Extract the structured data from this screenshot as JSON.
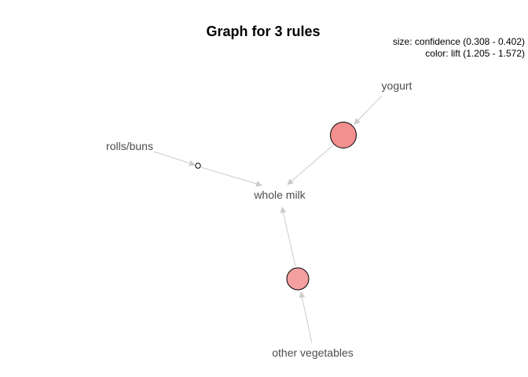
{
  "title": "Graph for 3 rules",
  "legend": {
    "size_text": "size: confidence (0.308 - 0.402)",
    "color_text": "color: lift (1.205 - 1.572)"
  },
  "items": {
    "yogurt": "yogurt",
    "rolls_buns": "rolls/buns",
    "whole_milk": "whole milk",
    "other_vegetables": "other vegetables"
  },
  "colors": {
    "edge": "#cccccc",
    "node_high_lift": "#f28f8f",
    "node_mid_lift": "#f4a0a0",
    "node_low_lift": "#ffffff",
    "node_border": "#000000",
    "label": "#4d4d4d"
  },
  "rules": [
    {
      "lhs": "yogurt",
      "rhs": "whole milk",
      "size_rank": "largest",
      "color_rank": "high"
    },
    {
      "lhs": "rolls/buns",
      "rhs": "whole milk",
      "size_rank": "smallest",
      "color_rank": "low"
    },
    {
      "lhs": "other vegetables",
      "rhs": "whole milk",
      "size_rank": "medium",
      "color_rank": "high"
    }
  ]
}
